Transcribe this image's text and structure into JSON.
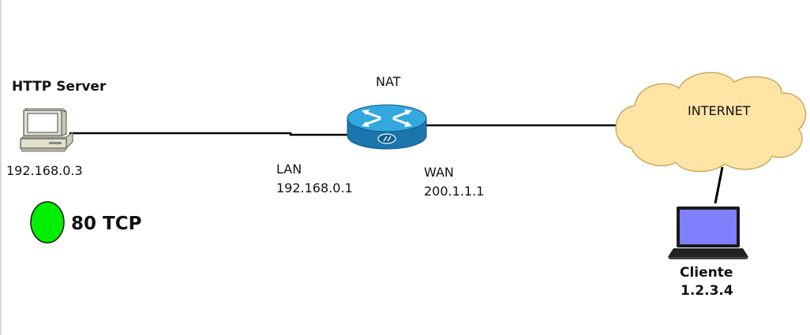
{
  "nodes": {
    "server": {
      "title": "HTTP Server",
      "ip": "192.168.0.3"
    },
    "nat": {
      "title": "NAT",
      "lan": {
        "label": "LAN",
        "ip": "192.168.0.1"
      },
      "wan": {
        "label": "WAN",
        "ip": "200.1.1.1"
      }
    },
    "internet": {
      "label": "INTERNET"
    },
    "client": {
      "title": "Cliente",
      "ip": "1.2.3.4"
    }
  },
  "port_indicator": {
    "text": "80 TCP",
    "status_color": "#00ee00"
  },
  "colors": {
    "cloud_fill": "#ffe4a6",
    "cloud_stroke": "#caa95a",
    "router_top": "#2fa4dc",
    "router_side": "#1a78b0",
    "laptop_screen": "#8080ff",
    "server_body": "#dcdcc8",
    "link": "#000000"
  }
}
